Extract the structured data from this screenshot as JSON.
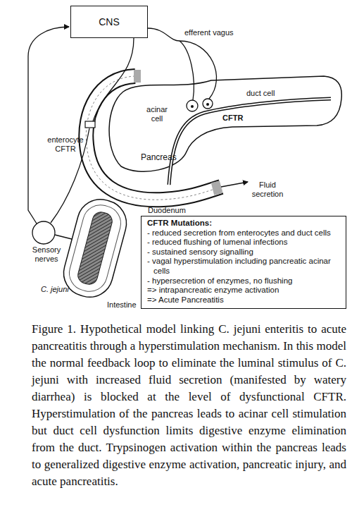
{
  "diagram": {
    "caption": "Figure 1. Hypothetical model linking C. jejuni enteritis to acute pancreatitis through a hyperstimulation mechanism. In this model the normal feedback loop to eliminate the luminal stimulus of C. jejuni with increased fluid secretion (manifested by watery diarrhea) is blocked at the level of dysfunctional CFTR. Hyperstimulation of the pancreas leads to acinar cell stimulation but duct cell dysfunction limits digestive enzyme elimination from the duct. Trypsinogen activation within the pancreas leads to generalized digestive enzyme activation, pancreatic injury, and acute pancreatitis.",
    "nodes": [
      {
        "text": [
          "CNS"
        ]
      },
      {
        "text": [
          "CFTR Mutations:",
          "- reduced secretion from enterocytes and duct cells",
          "- reduced flushing of lumenal infections",
          "- sustained sensory signalling",
          "- vagal hyperstimulation including pancreatic acinar cells",
          "- hypersecretion of enzymes, no flushing",
          "=> intrapancreatic enzyme activation",
          "=> Acute Pancreatitis"
        ]
      }
    ],
    "labels": [
      "efferent vagus",
      "duct cell",
      "acinar cell",
      "CFTR",
      "enterocyte CFTR",
      "Pancreas",
      "Fluid secretion",
      "Duodenum",
      "Sensory nerves",
      "C. jejuni",
      "Intestine"
    ]
  }
}
